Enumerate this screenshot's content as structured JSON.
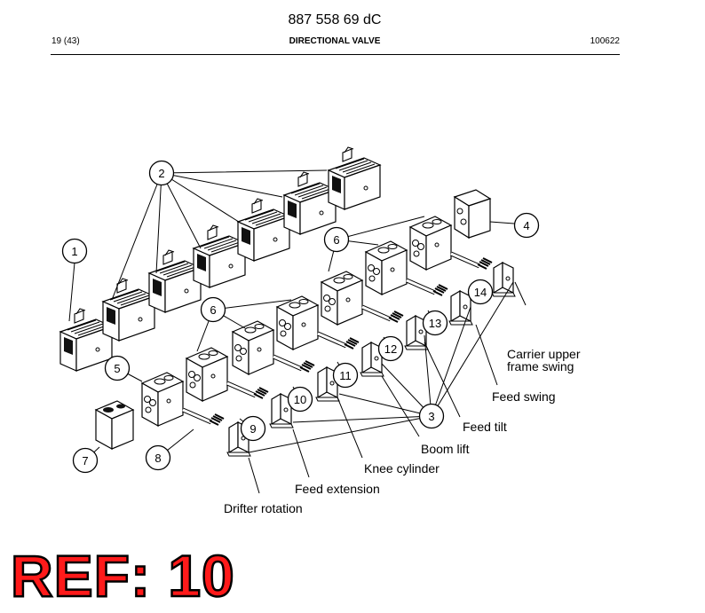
{
  "header": {
    "doc_number": "887 558 69 dC",
    "page": "19 (43)",
    "title": "DIRECTIONAL VALVE",
    "date_code": "100622"
  },
  "diagram": {
    "callouts": [
      "1",
      "2",
      "3",
      "4",
      "5",
      "6",
      "6",
      "7",
      "8",
      "9",
      "10",
      "11",
      "12",
      "13",
      "14"
    ],
    "labels": {
      "carrier_line1": "Carrier upper",
      "carrier_line2": "frame swing",
      "feed_swing": "Feed swing",
      "feed_tilt": "Feed tilt",
      "boom_lift": "Boom lift",
      "knee_cylinder": "Knee cylinder",
      "feed_extension": "Feed extension",
      "drifter_rotation": "Drifter rotation"
    }
  },
  "stamp": {
    "text": "REF: 10",
    "color": "#ff1a1a"
  }
}
